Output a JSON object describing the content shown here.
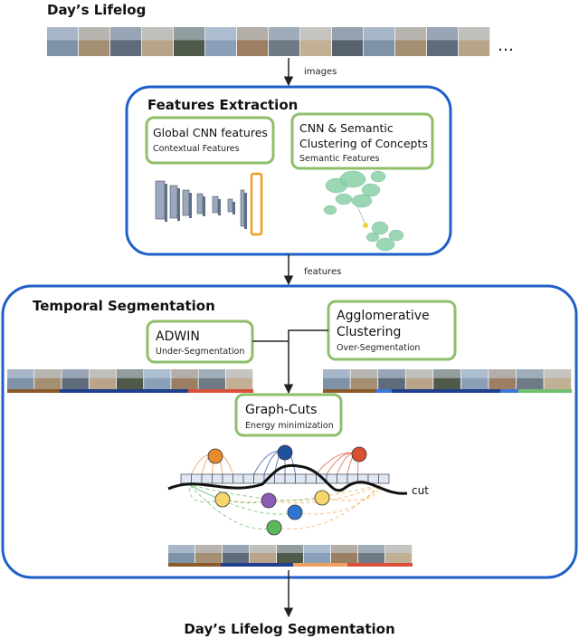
{
  "header": {
    "title": "Day’s Lifelog",
    "ellipsis": "…"
  },
  "arrows": {
    "images": "images",
    "features": "features"
  },
  "features_extraction": {
    "title": "Features Extraction",
    "global": {
      "title": "Global CNN features",
      "subtitle": "Contextual Features"
    },
    "semantic": {
      "title_line1": "CNN & Semantic",
      "title_line2": "Clustering of Concepts",
      "subtitle": "Semantic Features"
    }
  },
  "temporal_segmentation": {
    "title": "Temporal Segmentation",
    "adwin": {
      "title": "ADWIN",
      "subtitle": "Under-Segmentation"
    },
    "agglomerative": {
      "title_line1": "Agglomerative",
      "title_line2": "Clustering",
      "subtitle": "Over-Segmentation"
    },
    "graph_cuts": {
      "title": "Graph-Cuts",
      "subtitle": "Energy minimization"
    },
    "cut_label": "cut"
  },
  "output": {
    "title": "Day’s Lifelog Segmentation"
  },
  "colors": {
    "blue_border": "#1f5fc8",
    "green_border": "#8fbf6a",
    "seg_brown": "#8b5a2b",
    "seg_navy": "#1f3f8f",
    "seg_orange": "#f0a060",
    "seg_red": "#d9503a",
    "seg_blue": "#3b78d8",
    "seg_green": "#6fc06f",
    "node_yellow": "#f6d56b",
    "node_purple": "#8e5bb5",
    "node_blue": "#2e75d1",
    "node_green": "#5cb85c",
    "node_orange": "#e88a2e",
    "node_navy": "#1f4f9f",
    "node_red": "#d8502f"
  }
}
